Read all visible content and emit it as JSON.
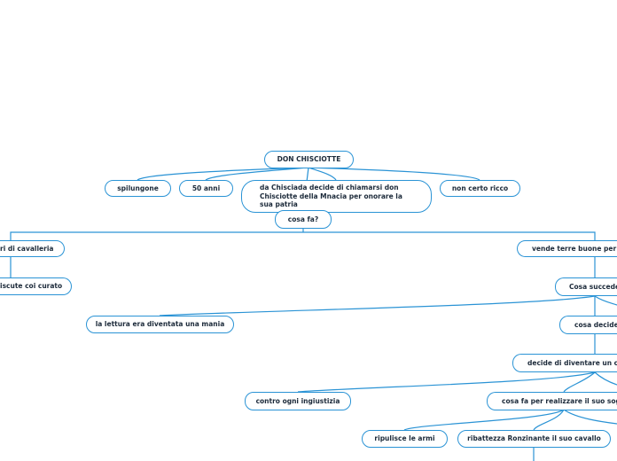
{
  "colors": {
    "line": "#2a93d5",
    "node_border": "#2a93d5",
    "text": "#1c2a3a",
    "background": "#ffffff"
  },
  "nodes": {
    "root": "DON CHISCIOTTE",
    "spilungone": "spilungone",
    "age": "50 anni",
    "name_decision": "da Chisciada decide di chiamarsi don Chisciotte della Mnacia per onorare la sua patria",
    "not_rich": "non certo ricco",
    "what_does": "cosa fa?",
    "chivalry_books": "ri di cavalleria",
    "discusses_priest": "iscute coi curato",
    "sells_land": "vende terre buone per co",
    "what_happens": "Cosa succede",
    "reading_mania": "la lettura era diventata una mania",
    "what_decides": "cosa decide?",
    "become_knight": "decide di diventare un cav",
    "against_injustice": "contro ogni ingiustizia",
    "how_dream": "cosa fa per realizzare il suo sogno",
    "polish_armor": "ripulisce le armi",
    "rename_horse": "ribattezza Ronzinante il suo cavallo"
  }
}
